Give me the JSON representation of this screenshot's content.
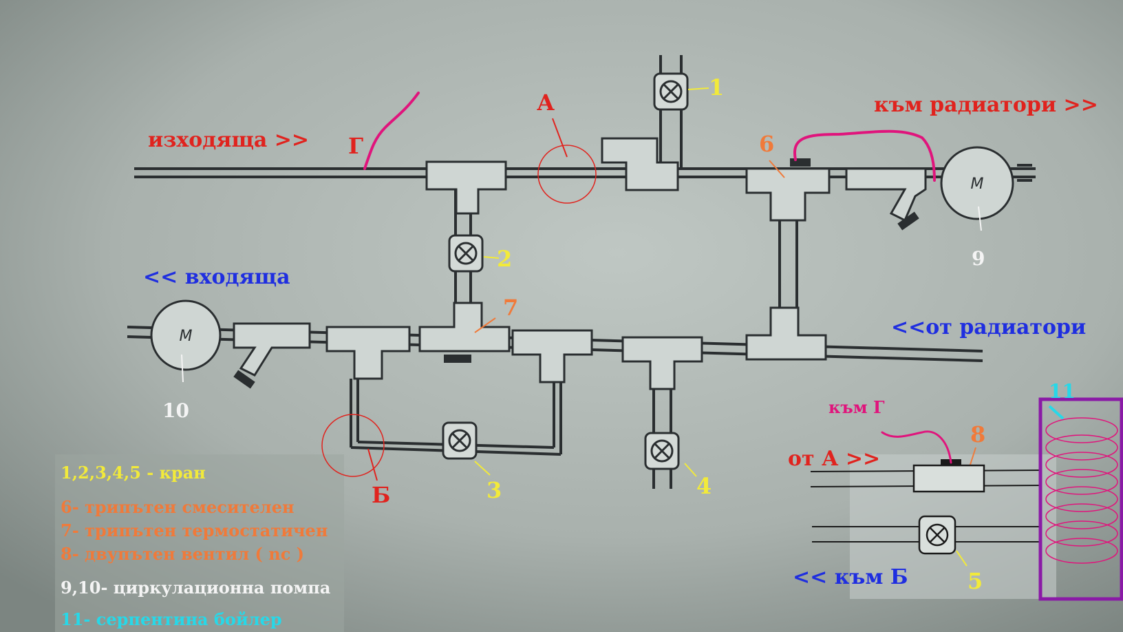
{
  "colors": {
    "red": "#e0231e",
    "blue": "#1f2ee0",
    "yellow": "#f2ea3a",
    "orange": "#f07a3a",
    "white": "#f4f4f4",
    "cyan": "#27d8e8",
    "magenta": "#e0147c",
    "purple": "#8a1aa6",
    "pipe": "#2a2e30"
  },
  "flow_labels": {
    "outgoing": "изходяща >>",
    "incoming": "<< входяща",
    "to_radiators": "към радиатори >>",
    "from_radiators": "<<от радиатори",
    "from_a": "от А >>",
    "to_b": "<< към Б",
    "to_g": "към Г"
  },
  "points": {
    "a": "А",
    "b": "Б",
    "g": "Г"
  },
  "numbers": {
    "n1": "1",
    "n2": "2",
    "n3": "3",
    "n4": "4",
    "n5": "5",
    "n6": "6",
    "n7": "7",
    "n8": "8",
    "n9": "9",
    "n10": "10",
    "n11": "11"
  },
  "pump_symbol": "M",
  "legend": {
    "valves": "1,2,3,4,5 - кран",
    "mixer": "6- трипътен смесителен",
    "thermo": "7- трипътен термостатичен",
    "twoway": "8- двупътен вентил ( nc )",
    "pumps": "9,10- циркулационна помпа",
    "coil": "11- серпентина бойлер"
  }
}
